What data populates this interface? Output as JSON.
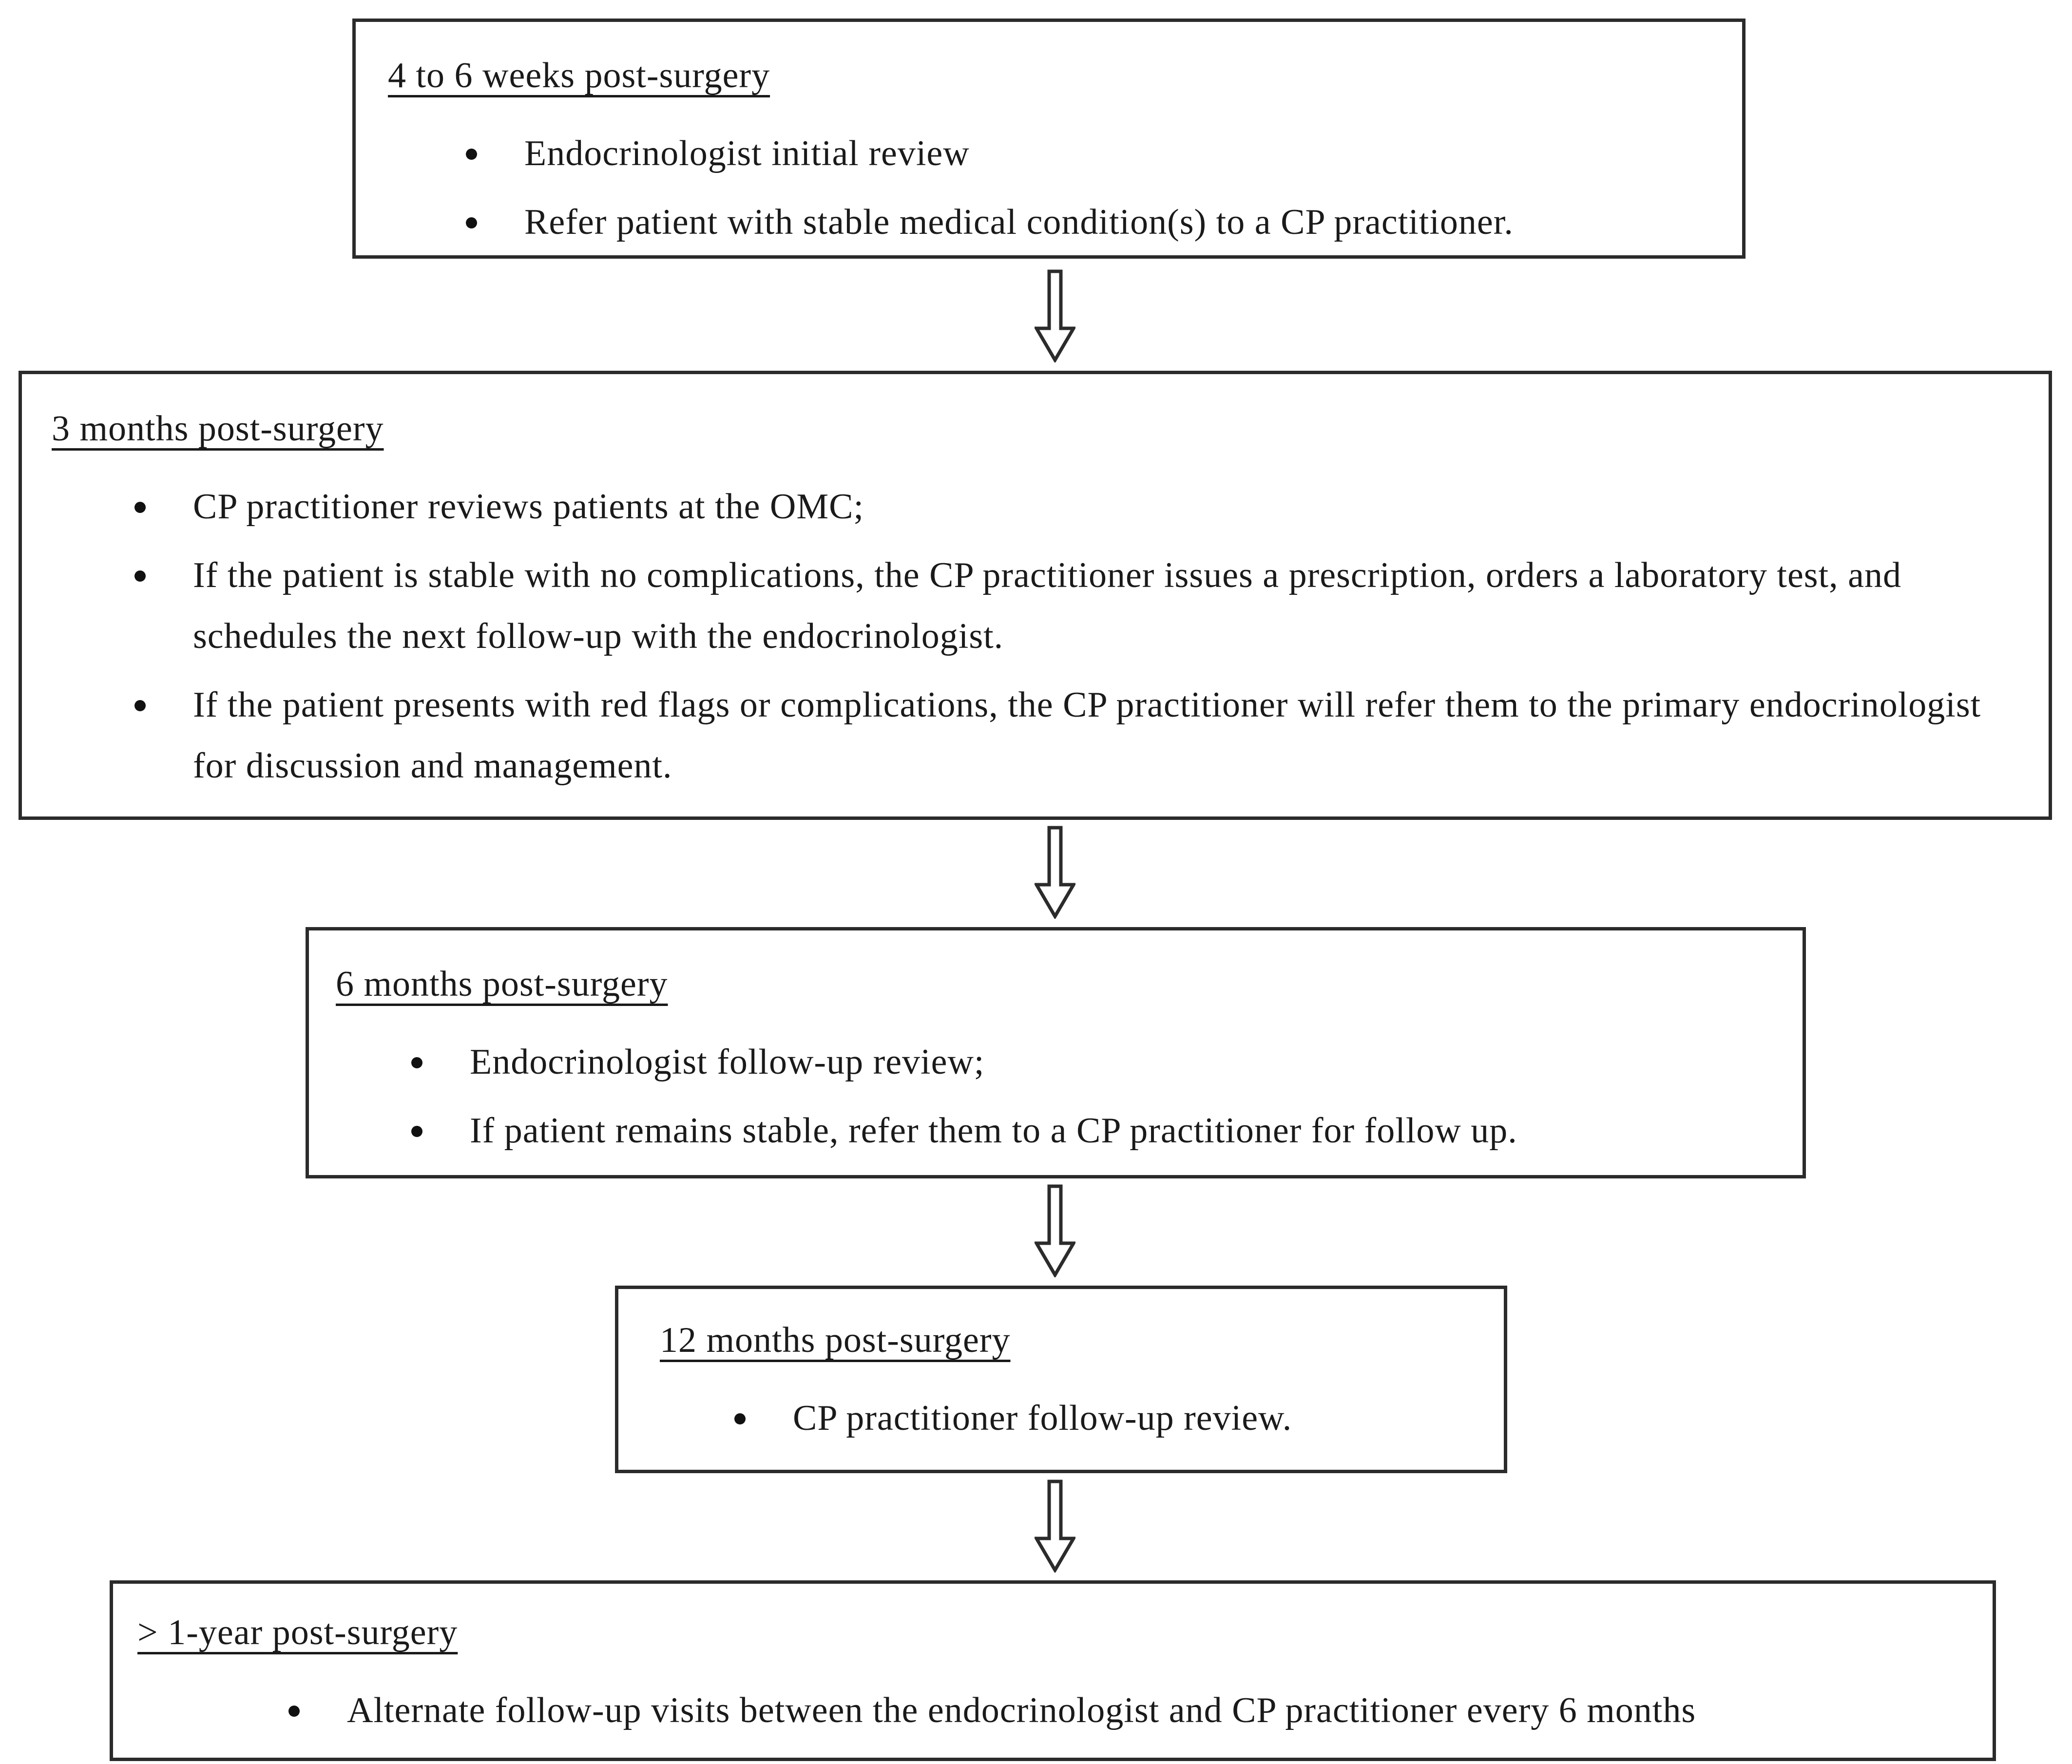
{
  "diagram": {
    "type": "flowchart",
    "orientation": "top-to-bottom",
    "colors": {
      "background": "#ffffff",
      "border": "#2b2b2b",
      "text": "#1a1a1a"
    },
    "connectors": {
      "icon": "down-arrow-icon",
      "style": "hollow-outline",
      "count": 4,
      "glyph": "⇩"
    },
    "boxes": [
      {
        "heading": "4 to 6 weeks post-surgery",
        "bullets": [
          "Endocrinologist initial review",
          "Refer patient with stable medical condition(s) to a CP practitioner."
        ]
      },
      {
        "heading": "3 months post-surgery",
        "bullets": [
          "CP practitioner reviews patients at the OMC;",
          "If the patient is stable with no complications, the CP practitioner issues a prescription, orders a laboratory test, and schedules the next follow-up with the endocrinologist.",
          "If the patient presents with red flags or complications, the CP practitioner will refer them to the primary endocrinologist for discussion and management."
        ]
      },
      {
        "heading": "6 months post-surgery",
        "bullets": [
          "Endocrinologist follow-up review;",
          "If patient remains stable, refer them to a CP practitioner for follow up."
        ]
      },
      {
        "heading": "12 months post-surgery",
        "bullets": [
          "CP practitioner follow-up review."
        ]
      },
      {
        "heading": "> 1-year post-surgery",
        "bullets": [
          "Alternate follow-up visits between the endocrinologist and CP practitioner every 6 months"
        ]
      }
    ]
  }
}
